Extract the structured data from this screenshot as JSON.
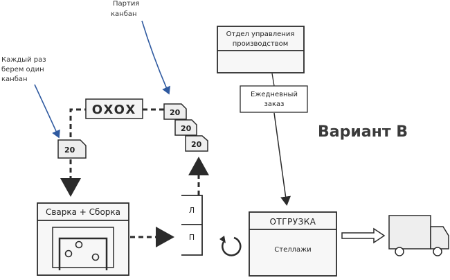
{
  "title": "Вариант В",
  "annotations": {
    "batch": [
      "Партия",
      "канбан"
    ],
    "each_time": [
      "Каждый раз",
      "берем один",
      "канбан"
    ]
  },
  "oxox_label": "OXOX",
  "kanban_value": "20",
  "production_control": {
    "line1": "Отдел управления",
    "line2": "производством"
  },
  "daily_order": {
    "line1": "Ежедневный",
    "line2": "заказ"
  },
  "weld_assembly": {
    "title": "Сварка + Сборка"
  },
  "supermarket": {
    "top_label": "Л",
    "bottom_label": "П"
  },
  "shipping": {
    "title": "ОТГРУЗКА",
    "sub": "Стеллажи"
  },
  "colors": {
    "annotation_arrow": "#2f5aa0",
    "line": "#2b2b2b",
    "kanban_fill": "#eeeeee",
    "box_fill": "#f4f4f4"
  }
}
